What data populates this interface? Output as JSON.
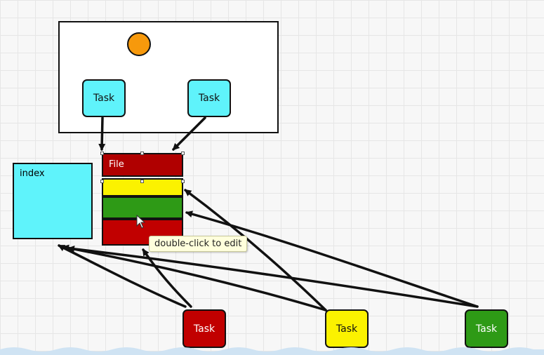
{
  "diagram": {
    "index_label": "index",
    "file_label": "File",
    "tooltip": "double-click to edit",
    "tasks": {
      "top_left": "Task",
      "top_right": "Task",
      "bottom_red": "Task",
      "bottom_yellow": "Task",
      "bottom_green": "Task"
    }
  },
  "colors": {
    "cyan": "#5ff3fb",
    "orange": "#f7990c",
    "red": "#c10000",
    "dark_red": "#b00000",
    "yellow": "#fbf200",
    "green": "#2e9a16"
  },
  "icons": {
    "cursor": "mouse-pointer-icon",
    "shape": "circle-shape"
  }
}
